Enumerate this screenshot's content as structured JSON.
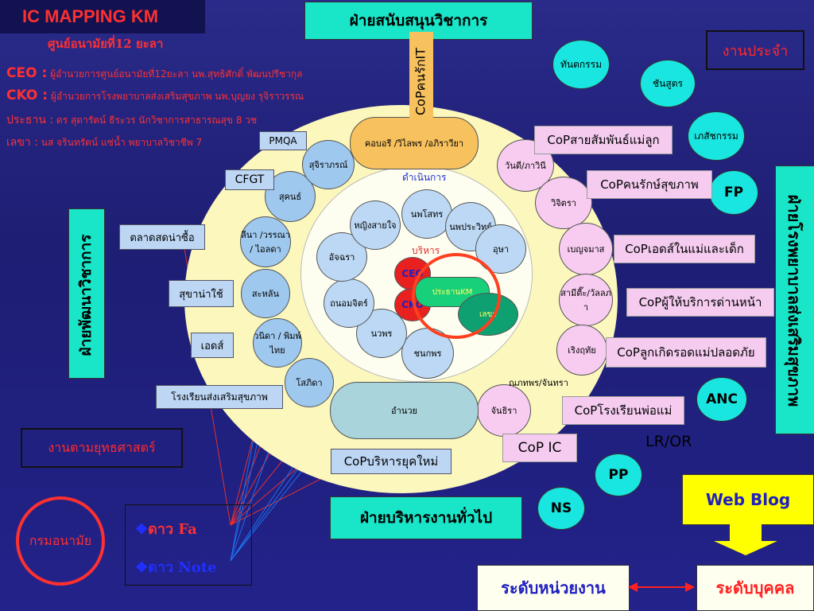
{
  "title": "IC MAPPING KM",
  "subtitle": "ศูนย์อนามัยที่12 ยะลา",
  "ceo": {
    "label": "CEO :",
    "text": "ผู้อำนวยการศูนย์อนามัยที่12ยะลา นพ.สุทธิศักดิ์ พัฒนปรีชากุล"
  },
  "cko": {
    "label": "CKO :",
    "text": "ผู้อำนวยการโรงพยาบาลส่งเสริมสุขภาพ นพ.บุญยง รุจิราวรรณ"
  },
  "chair": {
    "label": "ประธาน :",
    "text": "ดร สุดารัตน์ ธีระวร นักวิชาการสาธารณสุข 8 วช"
  },
  "secretary": {
    "label": "เลขา :",
    "text": "นส จรินทรัตน์ แซ่น้ำ พยาบาลวิชาชีพ 7"
  },
  "top_box": "ฝ่ายสนับสนุนวิชาการ",
  "cop_it": "CoPคนรักIT",
  "pmqa": "PMQA",
  "cfgt": "CFGT",
  "routine_box": "งานประจำ",
  "right_vertical": "ฝ่ายโรงพยาบาลส่งเสริมสุขภาพ",
  "left_vertical": "ฝ่ายพัฒนาวิชาการ",
  "strategy_box": "งานตามยุทธศาสตร์",
  "dept_circle": "กรมอนามัย",
  "bottom_box": "ฝ่ายบริหารงานทั่วไป",
  "cop_admin": "CoPบริหารยุคใหม่",
  "cop_ic": "CoP IC",
  "left_boxes": [
    "ตลาดสดน่าซื้อ",
    "สุขาน่าใช้",
    "เอดส์",
    "โรงเรียนส่งเสริมสุขภาพ"
  ],
  "right_cops": [
    "CoPสายสัมพันธ์แม่ลูก",
    "CoPคนรักษ์สุขภาพ",
    "CoPเอดส์ในแม่และเด็ก",
    "CoPผู้ให้บริการด่านหน้า",
    "CoPลูกเกิดรอดแม่ปลอดภัย",
    "CoPโรงเรียนพ่อแม่"
  ],
  "cyan_circles": [
    "ทันตกรรม",
    "ชันสูตร",
    "เภสัชกรรม",
    "FP",
    "ANC",
    "PP",
    "NS"
  ],
  "lr_or": "LR/OR",
  "stars": [
    "ดาว Fa",
    "ดาว Note"
  ],
  "web_blog": "Web Blog",
  "unit_level": "ระดับหน่วยงาน",
  "person_level": "ระดับบุคคล",
  "outer_ring": [
    "คอบอรี /วิไลพร /อภิราวียา",
    "วันดี/ภาวินี",
    "วิจิตรา",
    "เบญจมาส",
    "สามีตี๊ะ/วัลลภา",
    "เริงฤทัย",
    "จันธิรา",
    "อำนวย",
    "โสภิดา",
    "วนิดา / พิมพ์ไทย",
    "สะหลัน",
    "ลีนา /วรรณา / ไอลดา",
    "สุคนธ์",
    "สุจิราภรณ์"
  ],
  "outer_ring_free": [
    "ณภทพร/จันทรา"
  ],
  "inner_ring": [
    "นพโสทร",
    "นพประวิทย์",
    "อุษา",
    "ชนกพร",
    "นวพร",
    "ถนอมจิตร์",
    "อัจฉรา",
    "หญิงสายใจ"
  ],
  "center": {
    "run": "ดำเนินการ",
    "admin": "บริหาร",
    "ceo": "CEO",
    "cko": "CKO",
    "chair": "ประธานKM",
    "sec": "เลขา"
  }
}
